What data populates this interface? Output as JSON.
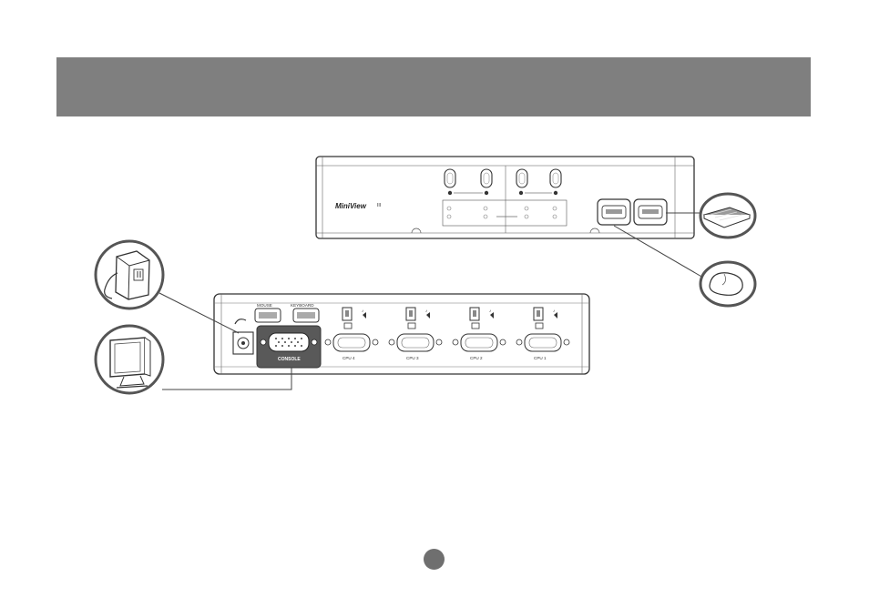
{
  "header": {
    "title": "",
    "band_color": "#7f7f7f"
  },
  "front_panel": {
    "brand": "MiniView",
    "model_suffix": "III",
    "subtitle": "",
    "group_left_label": "",
    "group_right_label": "",
    "center_label": ""
  },
  "rear_panel": {
    "mouse_port_label": "MOUSE",
    "keyboard_port_label": "KEYBOARD",
    "console_label": "CONSOLE",
    "power_label": "",
    "cpu_labels": [
      "CPU 4",
      "CPU 3",
      "CPU 2",
      "CPU 1"
    ]
  },
  "callouts": {
    "icons": [
      "power-adapter-icon",
      "monitor-icon",
      "keyboard-icon",
      "mouse-icon"
    ]
  },
  "page": {
    "number": "",
    "dot_color": "#6f6f6f"
  }
}
